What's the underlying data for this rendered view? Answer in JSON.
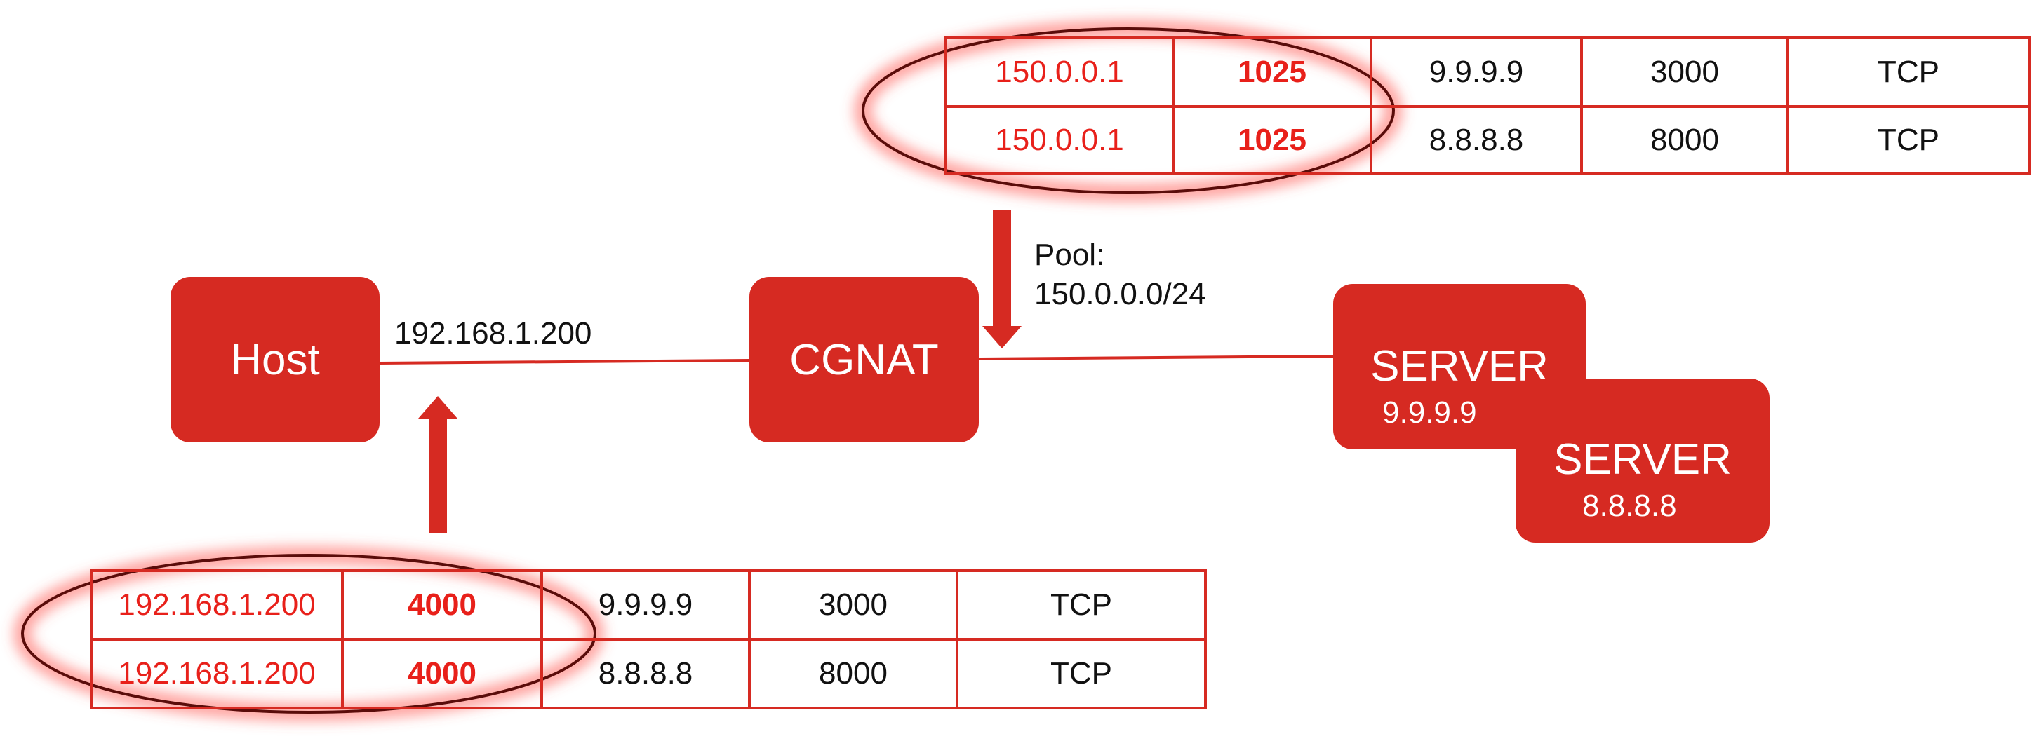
{
  "nodes": {
    "host": {
      "label": "Host"
    },
    "cgnat": {
      "label": "CGNAT"
    },
    "server1": {
      "label": "SERVER",
      "ip": "9.9.9.9"
    },
    "server2": {
      "label": "SERVER",
      "ip": "8.8.8.8"
    }
  },
  "labels": {
    "host_ip": "192.168.1.200",
    "pool_title": "Pool:",
    "pool_range": "150.0.0.0/24"
  },
  "tables": {
    "public": [
      [
        "150.0.0.1",
        "1025",
        "9.9.9.9",
        "3000",
        "TCP"
      ],
      [
        "150.0.0.1",
        "1025",
        "8.8.8.8",
        "8000",
        "TCP"
      ]
    ],
    "private": [
      [
        "192.168.1.200",
        "4000",
        "9.9.9.9",
        "3000",
        "TCP"
      ],
      [
        "192.168.1.200",
        "4000",
        "8.8.8.8",
        "8000",
        "TCP"
      ]
    ]
  },
  "colors": {
    "accent": "#d62a22",
    "highlight_text": "#e8201a"
  }
}
